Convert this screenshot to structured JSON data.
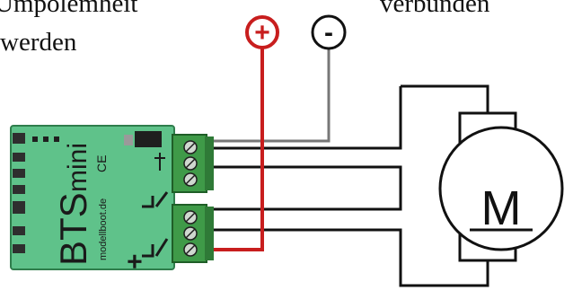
{
  "caption": {
    "line1": "Umpolemheit",
    "line2": "werden",
    "right": "verbunden"
  },
  "terminals": {
    "plus_symbol": "+",
    "minus_symbol": "-"
  },
  "module": {
    "name_bts": "BTS",
    "name_mini": "mini",
    "website": "modellboot.de",
    "ce_mark": "CE",
    "plus_mark": "+",
    "body_color": "#5fc28a",
    "terminal_color": "#3f9a48"
  },
  "motor": {
    "label": "M"
  },
  "colors": {
    "positive_wire": "#c81e1e",
    "negative_wire": "#777777",
    "line": "#111111"
  }
}
